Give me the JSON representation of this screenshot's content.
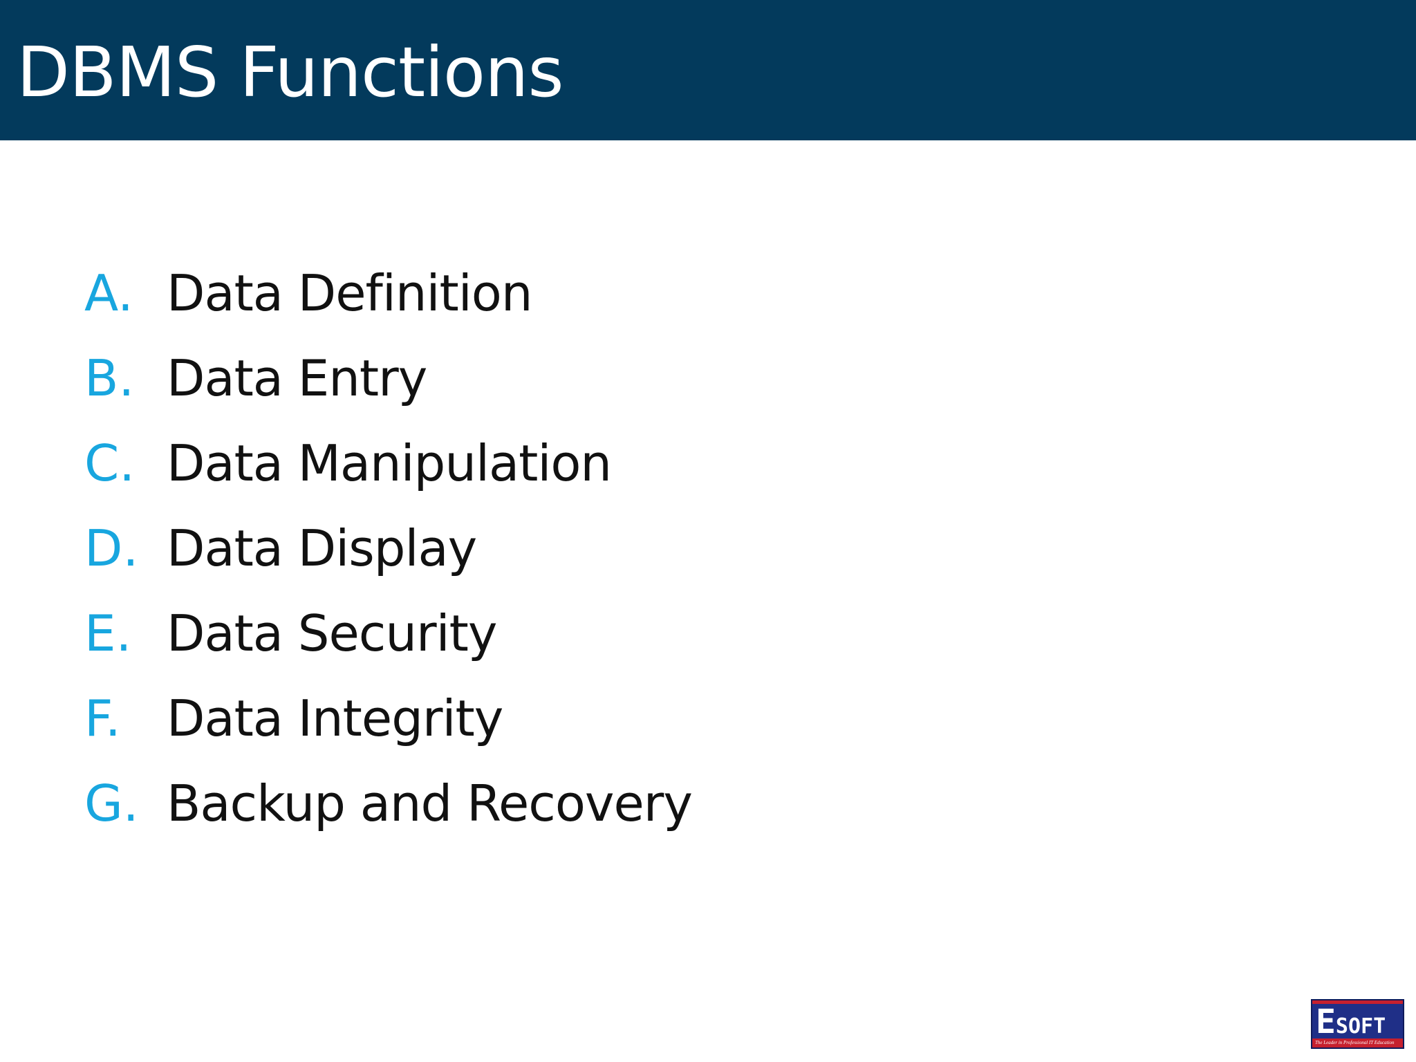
{
  "slide": {
    "title": "DBMS Functions"
  },
  "functions": [
    {
      "marker": "A.",
      "label": "Data Definition"
    },
    {
      "marker": "B.",
      "label": "Data Entry"
    },
    {
      "marker": "C.",
      "label": "Data Manipulation"
    },
    {
      "marker": "D.",
      "label": "Data Display"
    },
    {
      "marker": "E.",
      "label": "Data Security"
    },
    {
      "marker": "F.",
      "label": "Data Integrity"
    },
    {
      "marker": "G.",
      "label": "Backup and Recovery"
    }
  ],
  "logo": {
    "wordmark_first": "E",
    "wordmark_rest": "SOFT",
    "tagline": "The Leader in Professional IT Education"
  },
  "colors": {
    "title_bar": "#033a5c",
    "marker": "#18a6df",
    "logo_blue": "#1f2f87",
    "logo_red": "#c6202e"
  }
}
